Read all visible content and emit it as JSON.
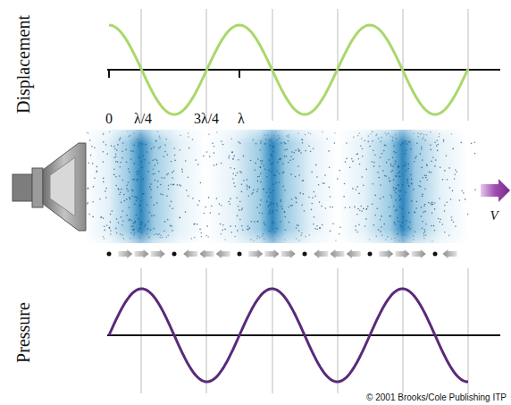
{
  "diagram": {
    "labels": [
      "Displacement",
      "0",
      "λ/4",
      "3λ/4",
      "λ",
      "V",
      "Pressure",
      "© 2001 Brooks/Cole Publishing ITP"
    ]
  }
}
